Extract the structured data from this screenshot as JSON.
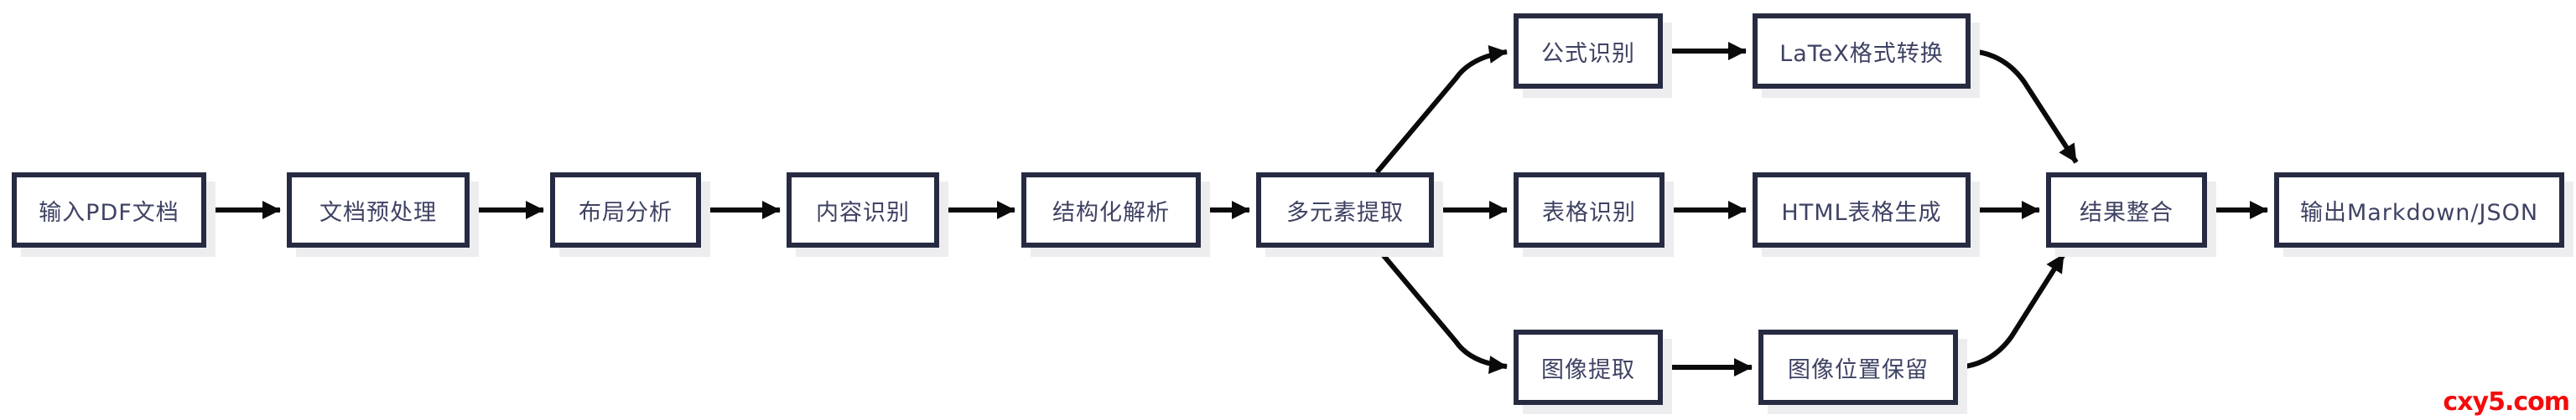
{
  "diagram": {
    "nodes": [
      {
        "id": "input-pdf",
        "label": "输入PDF文档"
      },
      {
        "id": "preprocess",
        "label": "文档预处理"
      },
      {
        "id": "layout-analysis",
        "label": "布局分析"
      },
      {
        "id": "content-recognition",
        "label": "内容识别"
      },
      {
        "id": "structured-parsing",
        "label": "结构化解析"
      },
      {
        "id": "multi-element-extraction",
        "label": "多元素提取"
      },
      {
        "id": "formula-recognition",
        "label": "公式识别"
      },
      {
        "id": "latex-conversion",
        "label": "LaTeX格式转换"
      },
      {
        "id": "table-recognition",
        "label": "表格识别"
      },
      {
        "id": "html-table-generation",
        "label": "HTML表格生成"
      },
      {
        "id": "image-extraction",
        "label": "图像提取"
      },
      {
        "id": "image-position-preservation",
        "label": "图像位置保留"
      },
      {
        "id": "result-integration",
        "label": "结果整合"
      },
      {
        "id": "output-markdown-json",
        "label": "输出Markdown/JSON"
      }
    ],
    "edges": [
      {
        "from": "input-pdf",
        "to": "preprocess"
      },
      {
        "from": "preprocess",
        "to": "layout-analysis"
      },
      {
        "from": "layout-analysis",
        "to": "content-recognition"
      },
      {
        "from": "content-recognition",
        "to": "structured-parsing"
      },
      {
        "from": "structured-parsing",
        "to": "multi-element-extraction"
      },
      {
        "from": "multi-element-extraction",
        "to": "formula-recognition"
      },
      {
        "from": "multi-element-extraction",
        "to": "table-recognition"
      },
      {
        "from": "multi-element-extraction",
        "to": "image-extraction"
      },
      {
        "from": "formula-recognition",
        "to": "latex-conversion"
      },
      {
        "from": "table-recognition",
        "to": "html-table-generation"
      },
      {
        "from": "image-extraction",
        "to": "image-position-preservation"
      },
      {
        "from": "latex-conversion",
        "to": "result-integration"
      },
      {
        "from": "html-table-generation",
        "to": "result-integration"
      },
      {
        "from": "image-position-preservation",
        "to": "result-integration"
      },
      {
        "from": "result-integration",
        "to": "output-markdown-json"
      }
    ]
  },
  "watermark": {
    "text": "cxy5.com",
    "color": "#f40b0b"
  },
  "colors": {
    "background": "#ffffff",
    "node_border": "#262b42",
    "node_fill": "#ffffff",
    "node_text": "#3e4263",
    "arrow": "#0a0a0a",
    "node_shadow": "#ededf0",
    "watermark": "#f40b0b"
  }
}
